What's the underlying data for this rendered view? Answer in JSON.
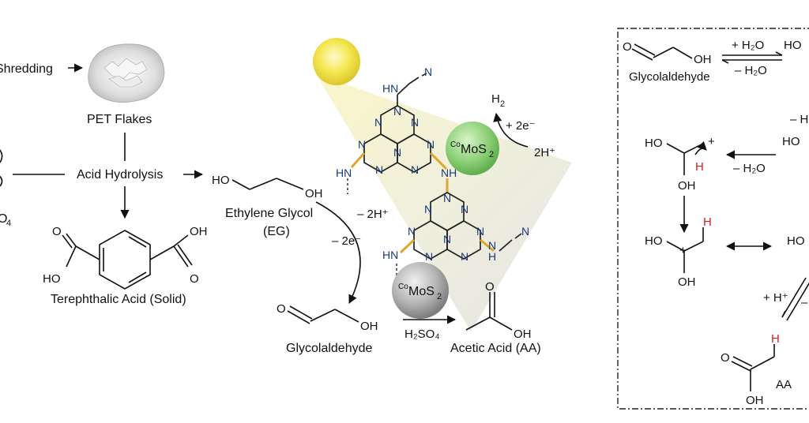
{
  "process": {
    "shredding": "Shredding",
    "pet_flakes": "PET Flakes",
    "acid_hydrolysis": "Acid Hydrolysis",
    "left_partial": "O",
    "left_sub": "4",
    "terephthalic_acid": "Terephthalic Acid (Solid)",
    "ethylene_glycol": "Ethylene Glycol",
    "eg_abbrev": "(EG)",
    "glycolaldehyde": "Glycolaldehyde",
    "acetic_acid": "Acetic Acid (AA)",
    "step_minus_2h": "– 2H⁺",
    "step_minus_2e": "– 2e⁻",
    "h2so4": "H₂SO₄",
    "h2": "H",
    "h2_sub": "2",
    "plus_2e": "+ 2e⁻",
    "two_h_plus": "2H⁺",
    "catalyst_sup": "Co",
    "catalyst": "MoS",
    "catalyst_sub": "2"
  },
  "atoms": {
    "N": "N",
    "H": "H",
    "O": "O",
    "OH": "OH",
    "HO": "HO",
    "HN": "HN",
    "NH": "NH",
    "plus": "+"
  },
  "mechanism": {
    "glycolaldehyde": "Glycolaldehyde",
    "plus_h2o": "+ H₂O",
    "minus_h2o": "– H₂O",
    "plus_h": "+ H⁺",
    "minus_h_partial": "– H",
    "ho_partial": "HO",
    "ho_partial2": "HO",
    "minus_partial": "–",
    "aa": "AA"
  },
  "colors": {
    "sun": "#f2e24a",
    "green_catalyst": "#8fd17a",
    "grey_catalyst": "#a7a7a7",
    "nitrogen": "#1a3a7a",
    "highlight_h": "#d0202a",
    "bond_gold": "#e0a52a"
  }
}
